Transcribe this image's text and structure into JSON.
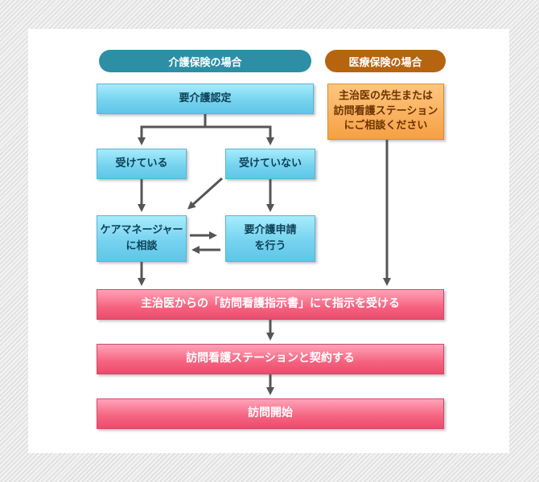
{
  "headers": {
    "care_insurance": "介護保険の場合",
    "medical_insurance": "医療保険の場合"
  },
  "boxes": {
    "certification": "要介護認定",
    "certified": "受けている",
    "not_certified": "受けていない",
    "care_manager": "ケアマネージャー\nに相談",
    "apply_certification": "要介護申請\nを行う",
    "consult_doctor": "主治医の先生または\n訪問看護ステーション\nにご相談ください",
    "receive_instruction": "主治医からの「訪問看護指示書」にて指示を受ける",
    "contract": "訪問看護ステーションと契約する",
    "start_visit": "訪問開始"
  },
  "colors": {
    "care_header": "#2c8fa6",
    "medical_header": "#b66410",
    "blue_box": "#76d3ef",
    "orange_box": "#f5a044",
    "pink_box": "#f5627f",
    "arrow": "#555555"
  }
}
